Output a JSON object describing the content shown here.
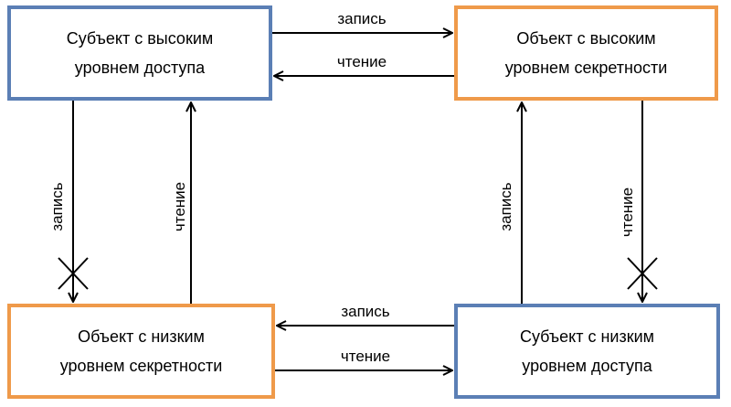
{
  "colors": {
    "subject_border": "#5b7fb5",
    "object_border": "#ef9a4a",
    "arrow": "#000000"
  },
  "boxes": {
    "high_subject": "Субъект с высоким\nуровнем доступа",
    "high_object": "Объект с высоким\nуровнем секретности",
    "low_object": "Объект с низким\nуровнем секретности",
    "low_subject": "Субъект с низким\nуровнем доступа"
  },
  "edges": {
    "top_write": "запись",
    "top_read": "чтение",
    "left_write": "запись",
    "left_read": "чтение",
    "right_write": "запись",
    "right_read": "чтение",
    "bottom_write": "запись",
    "bottom_read": "чтение"
  }
}
